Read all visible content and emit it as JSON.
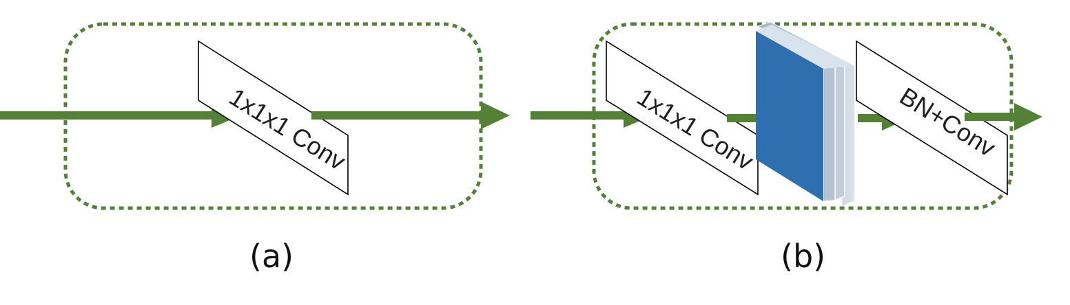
{
  "panels": [
    {
      "caption": "(a)",
      "layers": [
        {
          "label": "1x1x1 Conv"
        }
      ]
    },
    {
      "caption": "(b)",
      "layers": [
        {
          "label": "1x1x1 Conv"
        },
        {
          "label": ""
        },
        {
          "label": "BN+Conv"
        }
      ]
    }
  ],
  "colors": {
    "arrow": "#538135",
    "dotted_border": "#538135",
    "feature_map_front": "#2e6fb0",
    "feature_map_side": "#b8c4d2",
    "plane_fill": "#ffffff",
    "plane_stroke": "#000000"
  }
}
